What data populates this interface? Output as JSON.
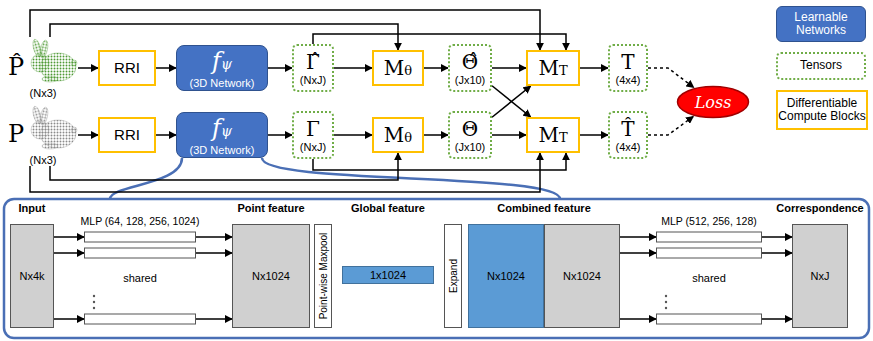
{
  "diagram": {
    "nodes": [
      {
        "text": [
          "P̂",
          "(Nx3)"
        ]
      },
      {
        "text": [
          "RRI"
        ]
      },
      {
        "text": [
          "fψ",
          "(3D Network)"
        ]
      },
      {
        "text": [
          "Γ̂",
          "(NxJ)"
        ]
      },
      {
        "text": [
          "Mθ"
        ]
      },
      {
        "text": [
          "Θ̂",
          "(Jx10)"
        ]
      },
      {
        "text": [
          "MT"
        ]
      },
      {
        "text": [
          "T",
          "(4x4)"
        ]
      },
      {
        "text": [
          "Loss"
        ]
      },
      {
        "text": [
          "P",
          "(Nx3)"
        ]
      },
      {
        "text": [
          "RRI"
        ]
      },
      {
        "text": [
          "fψ",
          "(3D Network)"
        ]
      },
      {
        "text": [
          "Γ",
          "(NxJ)"
        ]
      },
      {
        "text": [
          "Mθ"
        ]
      },
      {
        "text": [
          "Θ",
          "(Jx10)"
        ]
      },
      {
        "text": [
          "MT"
        ]
      },
      {
        "text": [
          "T̂",
          "(4x4)"
        ]
      },
      {
        "text": [
          "Nx4k"
        ]
      },
      {
        "text": [
          "MLP (64, 128, 256, 1024)",
          "shared"
        ]
      },
      {
        "text": [
          "Nx1024"
        ]
      },
      {
        "text": [
          "Point-wise Maxpool"
        ]
      },
      {
        "text": [
          "1x1024"
        ]
      },
      {
        "text": [
          "Expand"
        ]
      },
      {
        "text": [
          "Nx1024"
        ]
      },
      {
        "text": [
          "Nx1024"
        ]
      },
      {
        "text": [
          "MLP (512, 256, 128)",
          "shared"
        ]
      },
      {
        "text": [
          "NxJ"
        ]
      }
    ],
    "edges": [
      {
        "from": 0,
        "to": 1,
        "arrow": "to"
      },
      {
        "from": 1,
        "to": 2,
        "arrow": "to"
      },
      {
        "from": 2,
        "to": 3,
        "arrow": "to"
      },
      {
        "from": 3,
        "to": 4,
        "arrow": "to"
      },
      {
        "from": 4,
        "to": 5,
        "arrow": "to"
      },
      {
        "from": 5,
        "to": 6,
        "arrow": "to"
      },
      {
        "from": 6,
        "to": 7,
        "arrow": "to"
      },
      {
        "from": 7,
        "to": 8,
        "arrow": "to"
      },
      {
        "from": 0,
        "to": 4,
        "arrow": "to"
      },
      {
        "from": 0,
        "to": 6,
        "arrow": "to"
      },
      {
        "from": 3,
        "to": 6,
        "arrow": "to"
      },
      {
        "from": 5,
        "to": 15,
        "arrow": "to"
      },
      {
        "from": 9,
        "to": 10,
        "arrow": "to"
      },
      {
        "from": 10,
        "to": 11,
        "arrow": "to"
      },
      {
        "from": 11,
        "to": 12,
        "arrow": "to"
      },
      {
        "from": 12,
        "to": 13,
        "arrow": "to"
      },
      {
        "from": 13,
        "to": 14,
        "arrow": "to"
      },
      {
        "from": 14,
        "to": 15,
        "arrow": "to"
      },
      {
        "from": 14,
        "to": 6,
        "arrow": "to"
      },
      {
        "from": 15,
        "to": 16,
        "arrow": "to"
      },
      {
        "from": 16,
        "to": 8,
        "arrow": "to"
      },
      {
        "from": 9,
        "to": 13,
        "arrow": "to"
      },
      {
        "from": 9,
        "to": 15,
        "arrow": "to"
      },
      {
        "from": 12,
        "to": 15,
        "arrow": "to"
      },
      {
        "from": 17,
        "to": 18,
        "arrow": "to"
      },
      {
        "from": 18,
        "to": 19,
        "arrow": "to"
      },
      {
        "from": 24,
        "to": 25,
        "arrow": "to"
      },
      {
        "from": 25,
        "to": 26,
        "arrow": "to"
      }
    ],
    "labels": [
      "Input",
      "Point feature",
      "Global feature",
      "Combined feature",
      "Correspondence"
    ],
    "legend": [
      {
        "text": "Learnable Networks",
        "color": "#4472c4"
      },
      {
        "text": "Tensors"
      },
      {
        "text": "Differentiable Compute Blocks"
      }
    ]
  }
}
